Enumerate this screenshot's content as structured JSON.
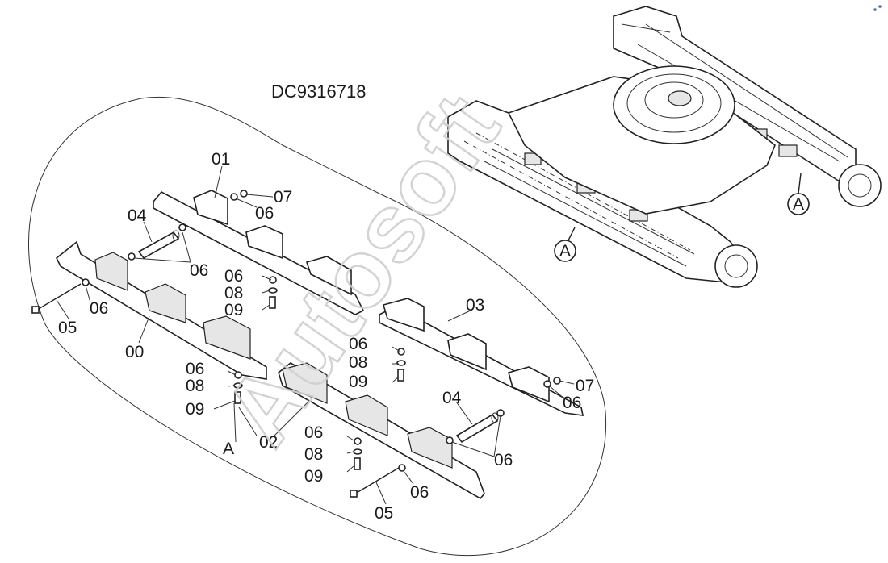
{
  "doc_id": "DC9316718",
  "detail_label": "A",
  "frame_view_labels": [
    "A",
    "A"
  ],
  "watermark": "Autosoft",
  "callouts": [
    {
      "id": "c01",
      "text": "01"
    },
    {
      "id": "c07a",
      "text": "07"
    },
    {
      "id": "c06a",
      "text": "06"
    },
    {
      "id": "c04a",
      "text": "04"
    },
    {
      "id": "c06b",
      "text": "06"
    },
    {
      "id": "c06c",
      "text": "06"
    },
    {
      "id": "c08a",
      "text": "08"
    },
    {
      "id": "c09a",
      "text": "09"
    },
    {
      "id": "c06d",
      "text": "06"
    },
    {
      "id": "c05a",
      "text": "05"
    },
    {
      "id": "c00",
      "text": "00"
    },
    {
      "id": "c03",
      "text": "03"
    },
    {
      "id": "c06e",
      "text": "06"
    },
    {
      "id": "c08b",
      "text": "08"
    },
    {
      "id": "c09b",
      "text": "09"
    },
    {
      "id": "c07b",
      "text": "07"
    },
    {
      "id": "c06f",
      "text": "06"
    },
    {
      "id": "c06g",
      "text": "06"
    },
    {
      "id": "c08c",
      "text": "08"
    },
    {
      "id": "c09c",
      "text": "09"
    },
    {
      "id": "c02",
      "text": "02"
    },
    {
      "id": "c04b",
      "text": "04"
    },
    {
      "id": "c06h",
      "text": "06"
    },
    {
      "id": "c06i",
      "text": "06"
    },
    {
      "id": "c08d",
      "text": "08"
    },
    {
      "id": "c09d",
      "text": "09"
    },
    {
      "id": "c06j",
      "text": "06"
    },
    {
      "id": "c05b",
      "text": "05"
    }
  ]
}
